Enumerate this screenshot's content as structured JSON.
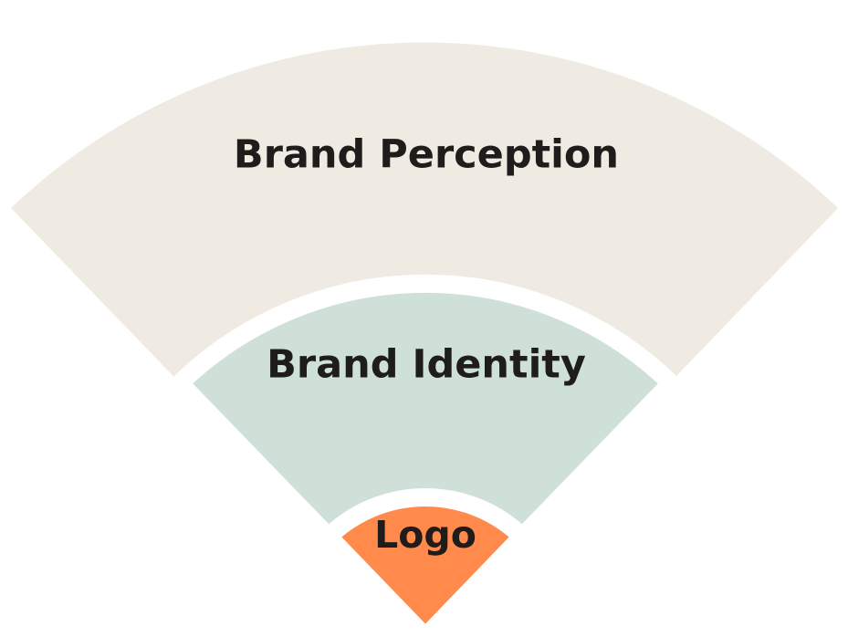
{
  "diagram": {
    "rings": {
      "outer": {
        "label": "Brand Perception",
        "color": "#F0EBE2"
      },
      "middle": {
        "label": "Brand Identity",
        "color": "#CFE0D8"
      },
      "inner": {
        "label": "Logo",
        "color": "#FF8A4C"
      }
    },
    "separator_color": "#FFFFFF"
  }
}
